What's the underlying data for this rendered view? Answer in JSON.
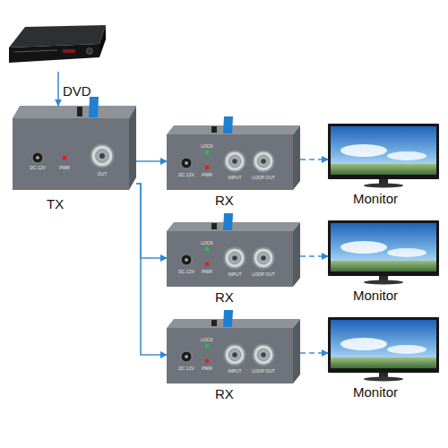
{
  "diagram": {
    "nodes": [
      {
        "text": [
          "DVD"
        ]
      },
      {
        "text": [
          "TX"
        ]
      },
      {
        "text": [
          "RX"
        ]
      },
      {
        "text": [
          "Monitor"
        ]
      },
      {
        "text": [
          "RX"
        ]
      },
      {
        "text": [
          "Monitor"
        ]
      },
      {
        "text": [
          "RX"
        ]
      },
      {
        "text": [
          "Monitor"
        ]
      }
    ],
    "edges": [
      {
        "from": 0,
        "to": 1,
        "arrow": "to"
      },
      {
        "from": 1,
        "to": 2,
        "arrow": "to"
      },
      {
        "from": 1,
        "to": 4,
        "arrow": "to"
      },
      {
        "from": 1,
        "to": 6,
        "arrow": "to"
      },
      {
        "from": 2,
        "to": 3,
        "arrow": "to"
      },
      {
        "from": 4,
        "to": 5,
        "arrow": "to"
      },
      {
        "from": 6,
        "to": 7,
        "arrow": "to"
      }
    ],
    "labels": [
      "DC 12V",
      "PWR",
      "OUT",
      "DC 12V",
      "LOCK",
      "PWR",
      "INPUT",
      "LOOP OUT",
      "DC 12V",
      "LOCK",
      "PWR",
      "INPUT",
      "LOOP OUT",
      "DC 12V",
      "LOCK",
      "PWR",
      "INPUT",
      "LOOP OUT"
    ]
  }
}
